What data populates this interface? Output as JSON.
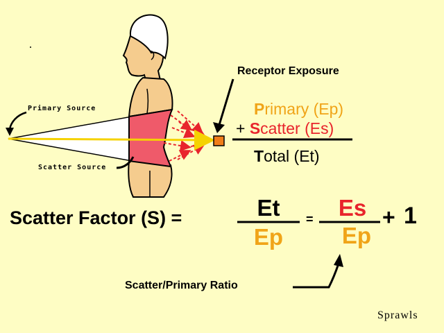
{
  "labels": {
    "primary_source": "Primary Source",
    "scatter_source": "Scatter Source",
    "receptor_exposure": "Receptor Exposure",
    "author": "Sprawls"
  },
  "sum": {
    "primary": {
      "letter": "P",
      "rest": "rimary (Ep)"
    },
    "scatter": {
      "prefix": "+ ",
      "letter": "S",
      "rest": "catter (Es)"
    },
    "total": {
      "letter": "T",
      "rest": "otal (Et)"
    }
  },
  "formula": {
    "lhs": "Scatter Factor (S) =",
    "f1_num": "Et",
    "f1_den": "Ep",
    "equals": "=",
    "f2_num": "Es",
    "f2_den": "Ep",
    "plus": "+",
    "one": "1"
  },
  "ratio_label": "Scatter/Primary Ratio",
  "colors": {
    "background": "#fefdc4",
    "skin": "#f5cc8e",
    "body_section": "#ef5a6a",
    "primary_beam": "#f5d200",
    "scatter_rays": "#e8242c",
    "receptor": "#f07d1a",
    "accent_orange": "#f0a418",
    "accent_red": "#e8242c"
  }
}
